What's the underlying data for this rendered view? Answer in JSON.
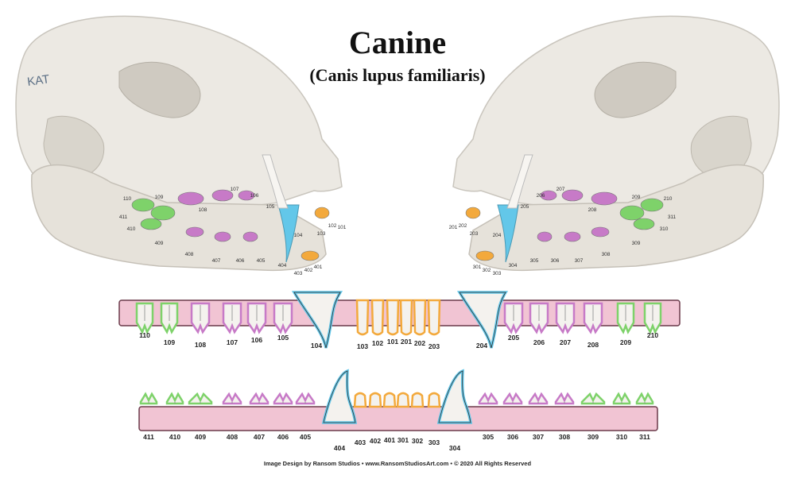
{
  "title": "Canine",
  "subtitle": "(Canis lupus familiaris)",
  "signature": "KAT",
  "credit": "Image Design by Ransom Studios • www.RansomStudiosArt.com • © 2020 All Rights Reserved",
  "colors": {
    "incisor": "#f3a93c",
    "canine": "#63c7e9",
    "premolar": "#c77ac7",
    "molar": "#7ed26a",
    "gum": "#f1c4d3",
    "bone": "#ece9e3"
  },
  "left_skull_labels": {
    "upper": [
      "101",
      "102",
      "103",
      "104",
      "105",
      "106",
      "107",
      "108",
      "109",
      "110"
    ],
    "lower": [
      "401",
      "402",
      "403",
      "404",
      "405",
      "406",
      "407",
      "408",
      "409",
      "410",
      "411"
    ]
  },
  "right_skull_labels": {
    "upper": [
      "201",
      "202",
      "203",
      "204",
      "205",
      "206",
      "207",
      "208",
      "209",
      "210"
    ],
    "lower": [
      "301",
      "302",
      "303",
      "304",
      "305",
      "306",
      "307",
      "308",
      "309",
      "310",
      "311"
    ]
  },
  "upper_arch": {
    "teeth": [
      {
        "label": "110",
        "type": "molar"
      },
      {
        "label": "109",
        "type": "molar"
      },
      {
        "label": "108",
        "type": "premolar"
      },
      {
        "label": "107",
        "type": "premolar"
      },
      {
        "label": "106",
        "type": "premolar"
      },
      {
        "label": "105",
        "type": "premolar"
      },
      {
        "label": "104",
        "type": "canine"
      },
      {
        "label": "103",
        "type": "incisor"
      },
      {
        "label": "102",
        "type": "incisor"
      },
      {
        "label": "101",
        "type": "incisor"
      },
      {
        "label": "201",
        "type": "incisor"
      },
      {
        "label": "202",
        "type": "incisor"
      },
      {
        "label": "203",
        "type": "incisor"
      },
      {
        "label": "204",
        "type": "canine"
      },
      {
        "label": "205",
        "type": "premolar"
      },
      {
        "label": "206",
        "type": "premolar"
      },
      {
        "label": "207",
        "type": "premolar"
      },
      {
        "label": "208",
        "type": "premolar"
      },
      {
        "label": "209",
        "type": "molar"
      },
      {
        "label": "210",
        "type": "molar"
      }
    ]
  },
  "lower_arch": {
    "teeth": [
      {
        "label": "411",
        "type": "molar"
      },
      {
        "label": "410",
        "type": "molar"
      },
      {
        "label": "409",
        "type": "molar"
      },
      {
        "label": "408",
        "type": "premolar"
      },
      {
        "label": "407",
        "type": "premolar"
      },
      {
        "label": "406",
        "type": "premolar"
      },
      {
        "label": "405",
        "type": "premolar"
      },
      {
        "label": "404",
        "type": "canine"
      },
      {
        "label": "403",
        "type": "incisor"
      },
      {
        "label": "402",
        "type": "incisor"
      },
      {
        "label": "401",
        "type": "incisor"
      },
      {
        "label": "301",
        "type": "incisor"
      },
      {
        "label": "302",
        "type": "incisor"
      },
      {
        "label": "303",
        "type": "incisor"
      },
      {
        "label": "304",
        "type": "canine"
      },
      {
        "label": "305",
        "type": "premolar"
      },
      {
        "label": "306",
        "type": "premolar"
      },
      {
        "label": "307",
        "type": "premolar"
      },
      {
        "label": "308",
        "type": "premolar"
      },
      {
        "label": "309",
        "type": "molar"
      },
      {
        "label": "310",
        "type": "molar"
      },
      {
        "label": "311",
        "type": "molar"
      }
    ]
  }
}
